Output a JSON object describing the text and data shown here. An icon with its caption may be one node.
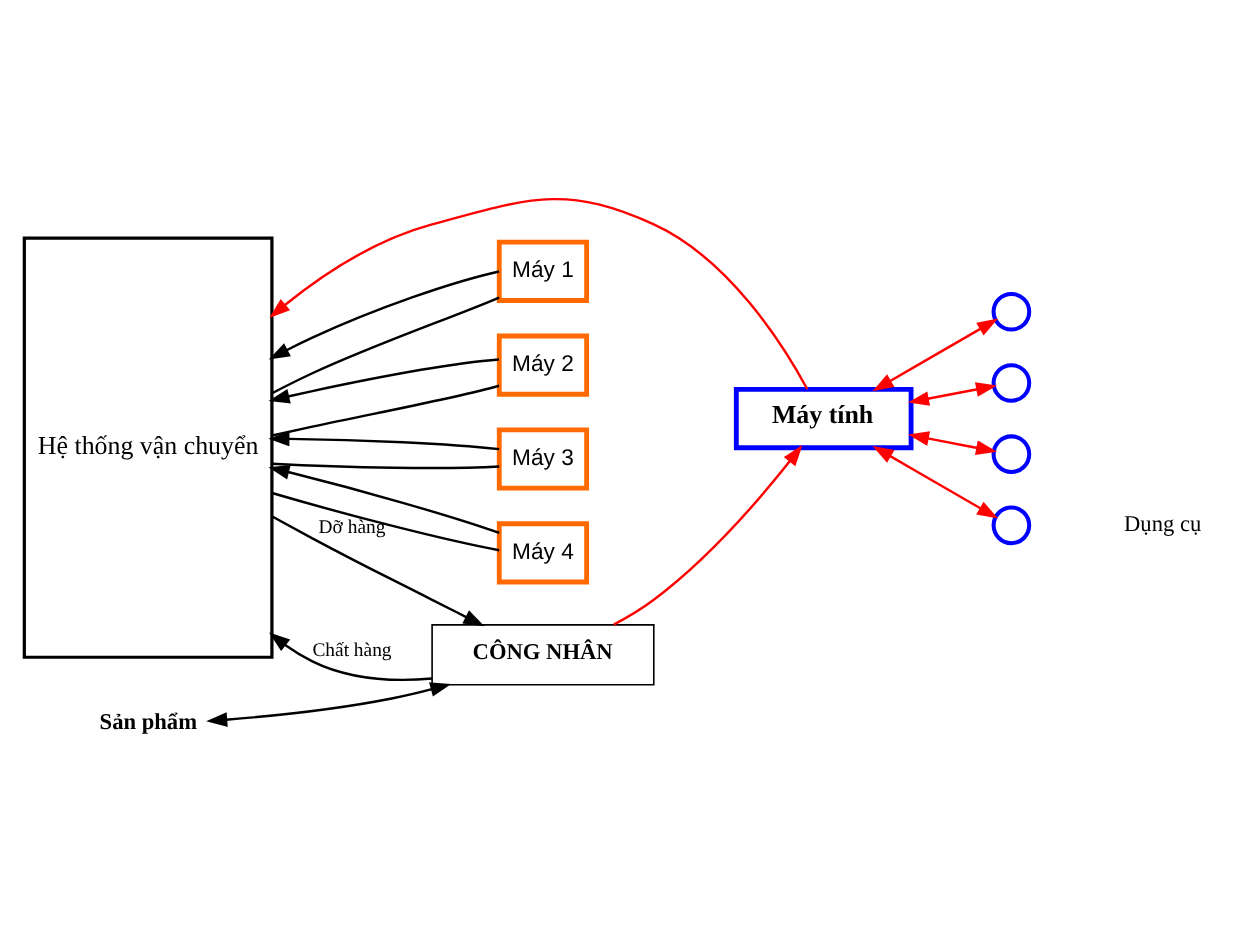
{
  "diagram": {
    "nodes": [
      {
        "text": [
          "Hệ thống vận chuyển"
        ]
      },
      {
        "text": [
          "Máy 1"
        ]
      },
      {
        "text": [
          "Máy 2"
        ]
      },
      {
        "text": [
          "Máy 3"
        ]
      },
      {
        "text": [
          "Máy 4"
        ]
      },
      {
        "text": [],
        "shape": "circle"
      },
      {
        "text": [],
        "shape": "circle"
      },
      {
        "text": [],
        "shape": "circle"
      },
      {
        "text": [],
        "shape": "circle"
      },
      {
        "text": [
          "Máy tính"
        ]
      },
      {
        "text": [
          "CÔNG NHÂN"
        ]
      },
      {
        "text": [
          "Sản phẩm"
        ]
      }
    ],
    "edges": [
      {
        "from": 0,
        "to": 1,
        "arrow": "none"
      },
      {
        "from": 1,
        "to": 0,
        "arrow": "to"
      },
      {
        "from": 0,
        "to": 2,
        "arrow": "none"
      },
      {
        "from": 2,
        "to": 0,
        "arrow": "to"
      },
      {
        "from": 0,
        "to": 3,
        "arrow": "none"
      },
      {
        "from": 3,
        "to": 0,
        "arrow": "to"
      },
      {
        "from": 0,
        "to": 4,
        "arrow": "none"
      },
      {
        "from": 4,
        "to": 0,
        "arrow": "to"
      },
      {
        "from": 10,
        "to": 0,
        "arrow": "to",
        "label": "Chất hàng"
      },
      {
        "from": 0,
        "to": 10,
        "arrow": "to",
        "label": "Dỡ hàng"
      },
      {
        "from": 11,
        "to": 10,
        "arrow": "both"
      },
      {
        "from": 9,
        "to": 0,
        "arrow": "to",
        "color": "#ff0000"
      },
      {
        "from": 9,
        "to": 5,
        "arrow": "both",
        "color": "#ff0000"
      },
      {
        "from": 9,
        "to": 6,
        "arrow": "both",
        "color": "#ff0000"
      },
      {
        "from": 9,
        "to": 7,
        "arrow": "both",
        "color": "#ff0000"
      },
      {
        "from": 9,
        "to": 8,
        "arrow": "both",
        "color": "#ff0000"
      },
      {
        "from": 10,
        "to": 9,
        "arrow": "to",
        "color": "#ff0000"
      }
    ],
    "labels": [
      "Dụng cụ"
    ]
  }
}
